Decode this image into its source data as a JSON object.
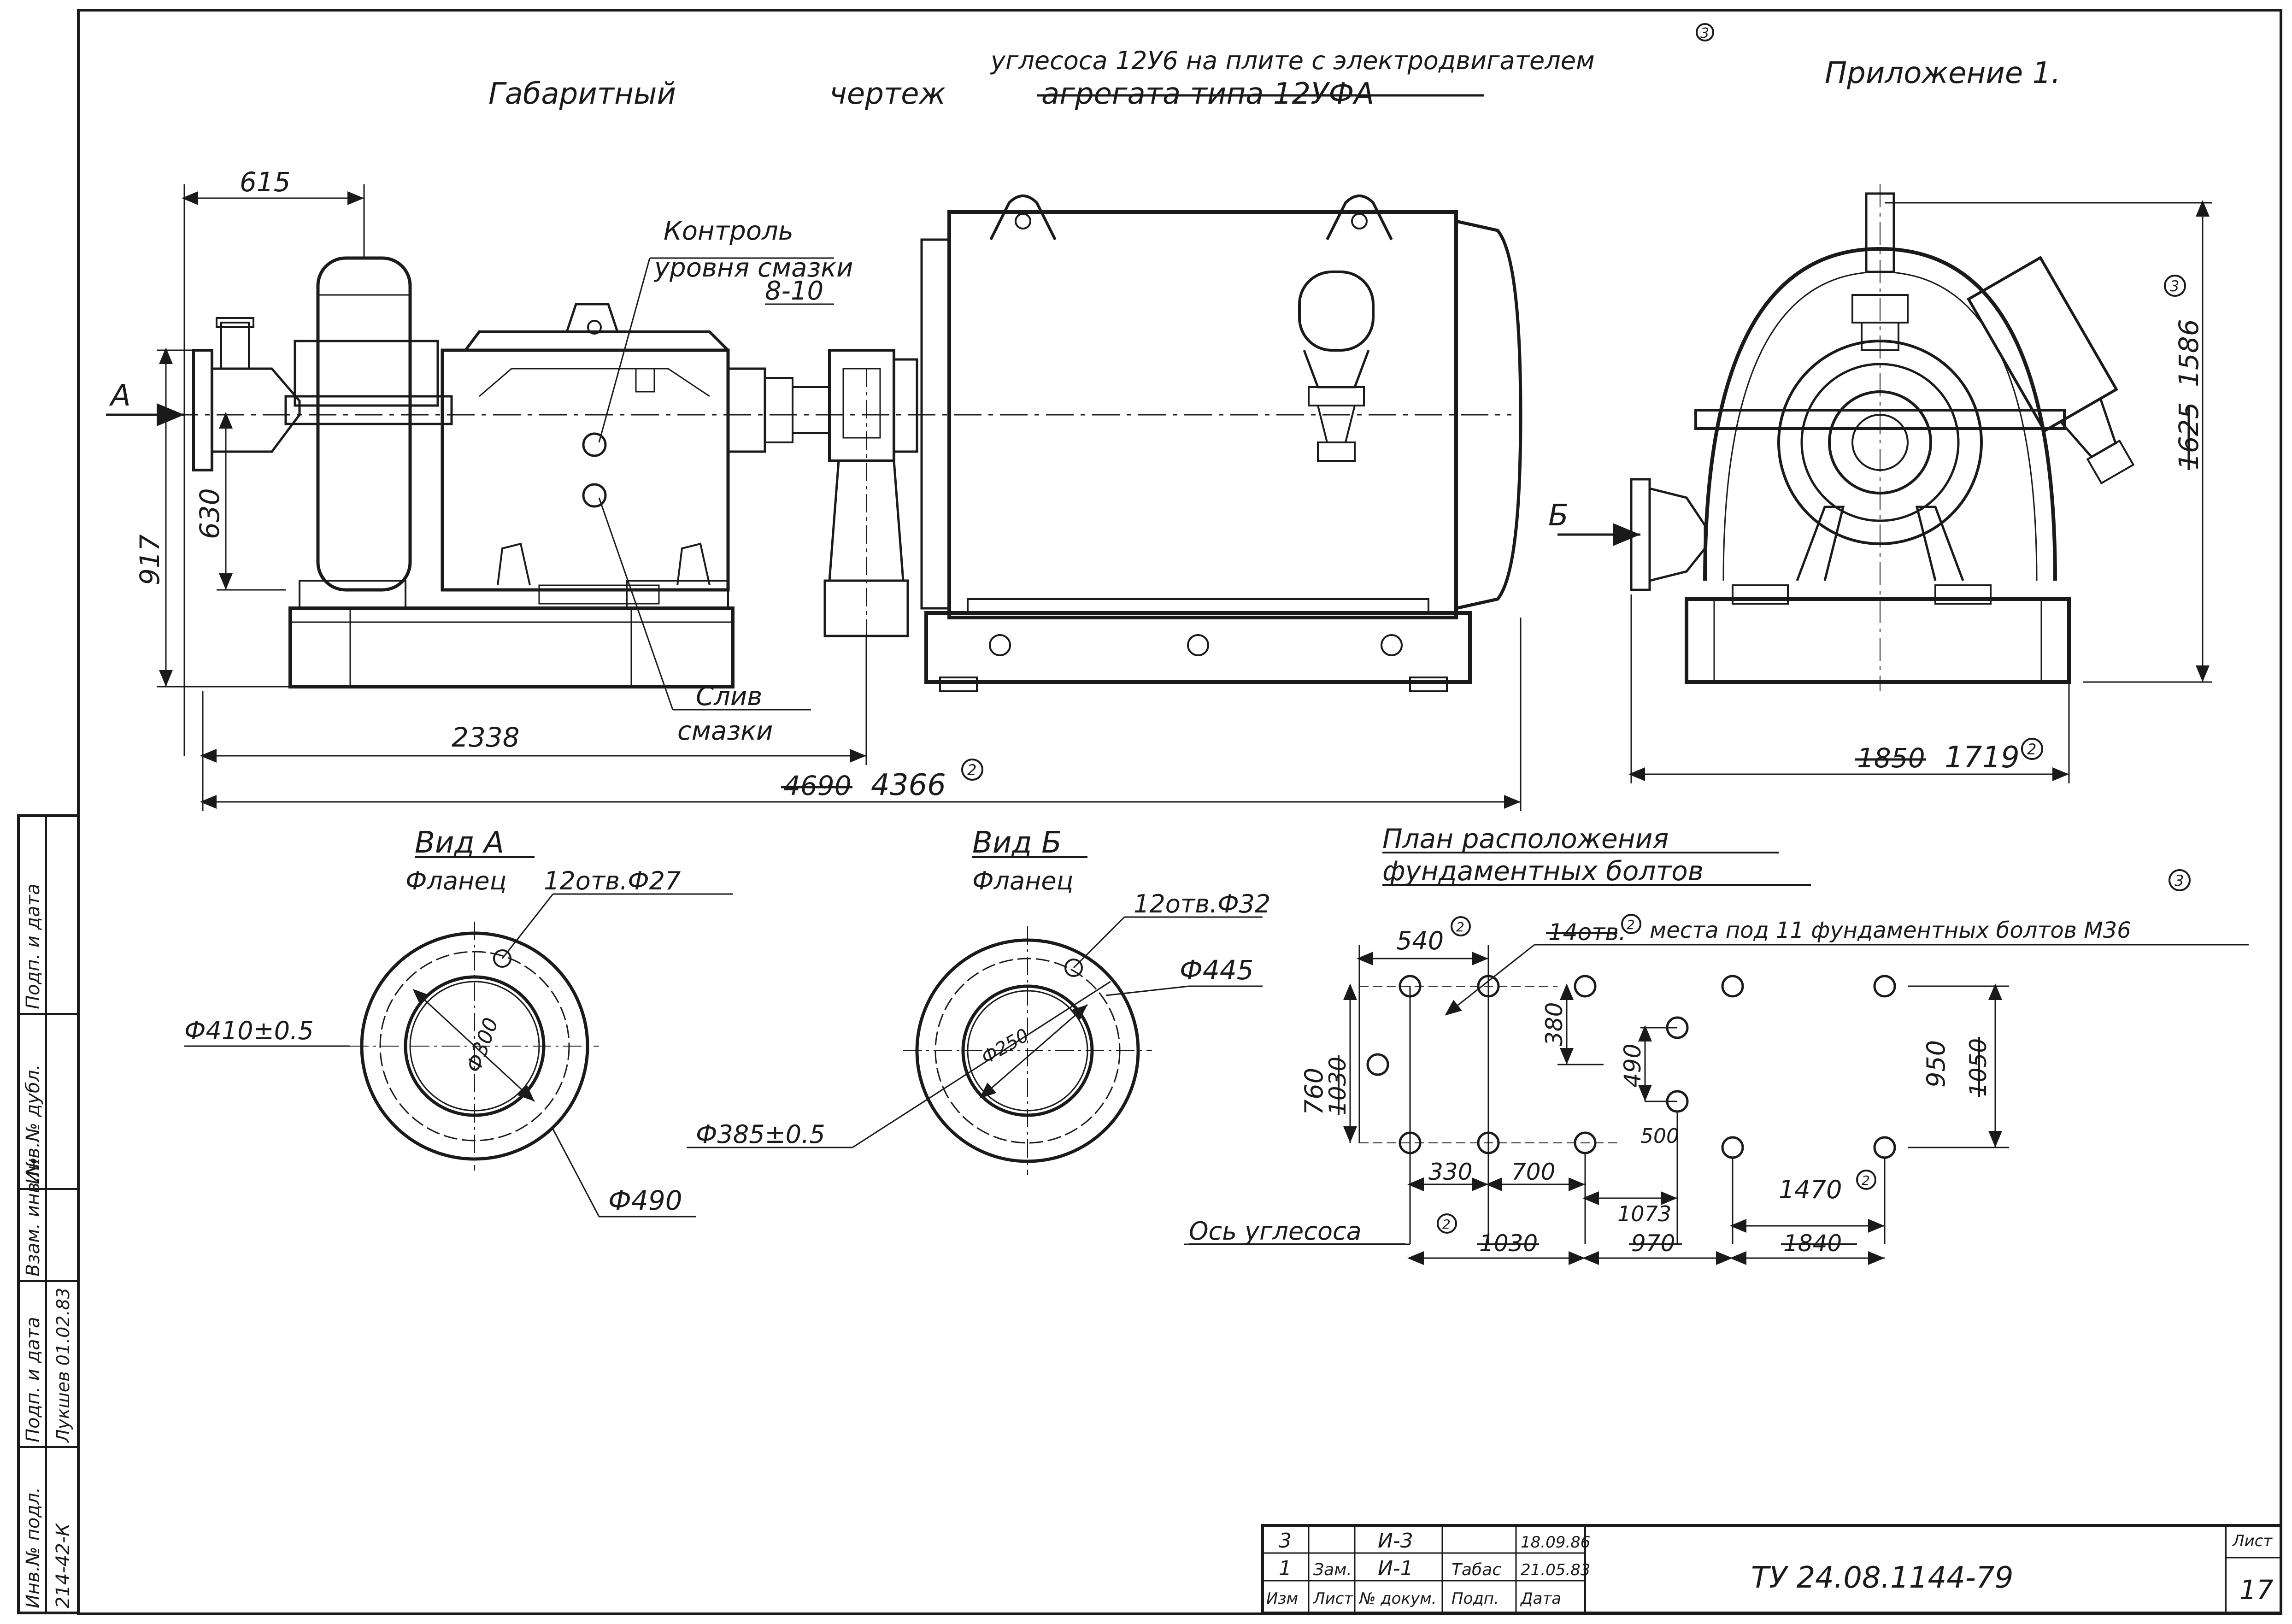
{
  "title": {
    "line1_prefix": "Габаритный",
    "line1_word2": "чертеж",
    "struck_text": "агрегата типа 12УФА",
    "insert_text": "углесоса 12У6 на плите с электродвигателем",
    "revision_mark": "3",
    "appendix": "Приложение 1."
  },
  "main_view": {
    "view_arrow_a": "А",
    "dim_top": "615",
    "note_oil_level_line1": "Контроль",
    "note_oil_level_line2": "уровня смазки",
    "note_oil_level_value": "8-10",
    "note_oil_drain_line1": "Слив",
    "note_oil_drain_line2": "смазки",
    "dim_height_917": "917",
    "dim_height_630": "630",
    "dim_2338": "2338",
    "dim_total_old": "4690",
    "dim_total_new": "4366",
    "rev_mark": "2"
  },
  "side_view": {
    "view_arrow_b": "Б",
    "dim_height_old": "1625",
    "dim_height_new": "1586",
    "dim_width_old": "1850",
    "dim_width_new": "1719",
    "rev_mark": "2",
    "rev_mark_3": "3"
  },
  "view_a": {
    "title": "Вид А",
    "subtitle": "Фланец",
    "holes": "12отв.Ф27",
    "dia_bolt": "Ф410±0.5",
    "dia_bore": "Ф300",
    "dia_outer": "Ф490"
  },
  "view_b": {
    "title": "Вид Б",
    "subtitle": "Фланец",
    "holes": "12отв.Ф32",
    "dia_outer": "Ф445",
    "dia_bore": "Ф250",
    "dia_bolt": "Ф385±0.5"
  },
  "plan": {
    "title_line1": "План расположения",
    "title_line2": "фундаментных болтов",
    "rev_mark_3": "3",
    "dim_540": "540",
    "note_struck": "14отв.",
    "note": "места под 11 фундаментных болтов М36",
    "dim_760": "760",
    "dim_1030_struck": "1030",
    "dim_380": "380",
    "dim_490": "490",
    "dim_950": "950",
    "dim_1050_struck": "1050",
    "dim_330": "330",
    "dim_700": "700",
    "dim_500": "500",
    "dim_1073": "1073",
    "dim_1470": "1470",
    "dim_1030b_struck": "1030",
    "dim_970_struck": "970",
    "dim_1840_struck": "1840",
    "axis_label": "Ось углесоса",
    "rev_mark": "2"
  },
  "side_stamp": {
    "c1": "Инв.№ подл.",
    "c2": "Подп. и дата",
    "c3": "Взам. инв.№",
    "c4": "Инв.№ дубл.",
    "c5": "Подп. и дата",
    "inv_value": "214-42-К",
    "sig_value": "Лукшев 01.02.83"
  },
  "title_block": {
    "rows": [
      {
        "izm": "3",
        "list": "",
        "doc": "И-3",
        "podp": "",
        "date": "18.09.86"
      },
      {
        "izm": "1",
        "list": "Зам.",
        "doc": "И-1",
        "podp": "Табас",
        "date": "21.05.83"
      }
    ],
    "headers": [
      "Изм",
      "Лист",
      "№ докум.",
      "Подп.",
      "Дата"
    ],
    "doc_code": "ТУ 24.08.1144-79",
    "sheet_label": "Лист",
    "sheet_number": "17"
  }
}
